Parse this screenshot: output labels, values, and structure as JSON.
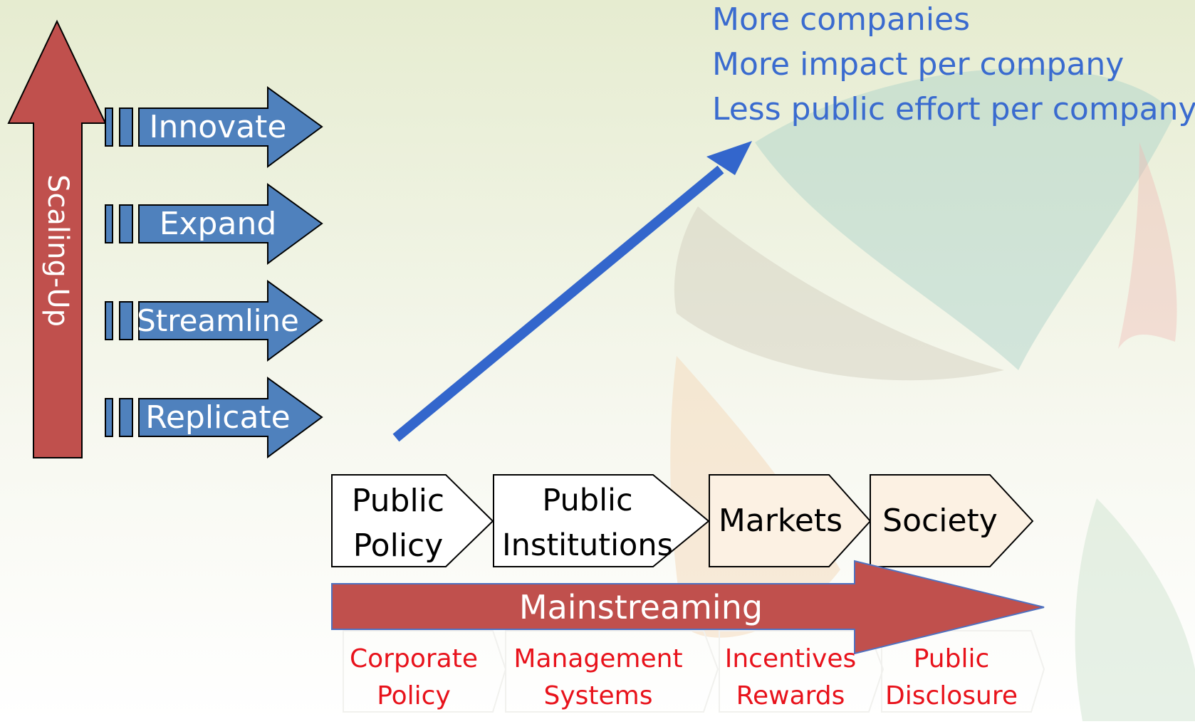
{
  "scaling": {
    "label": "Scaling-Up",
    "steps": [
      "Innovate",
      "Expand",
      "Streamline",
      "Replicate"
    ]
  },
  "outcomes": [
    "More companies",
    "More impact per company",
    "Less public effort per company"
  ],
  "chain": [
    "Public Policy",
    "Public Institutions",
    "Markets",
    "Society"
  ],
  "mainstreaming": {
    "label": "Mainstreaming",
    "items": [
      "Corporate Policy",
      "Management Systems",
      "Incentives Rewards",
      "Public Disclosure"
    ]
  },
  "colors": {
    "scaling_arrow": "#c0504d",
    "step_arrow": "#4f81bd",
    "outcome_text": "#3a6bcf",
    "trend_arrow": "#3366cc",
    "mainstream_text": "#e8121b"
  }
}
